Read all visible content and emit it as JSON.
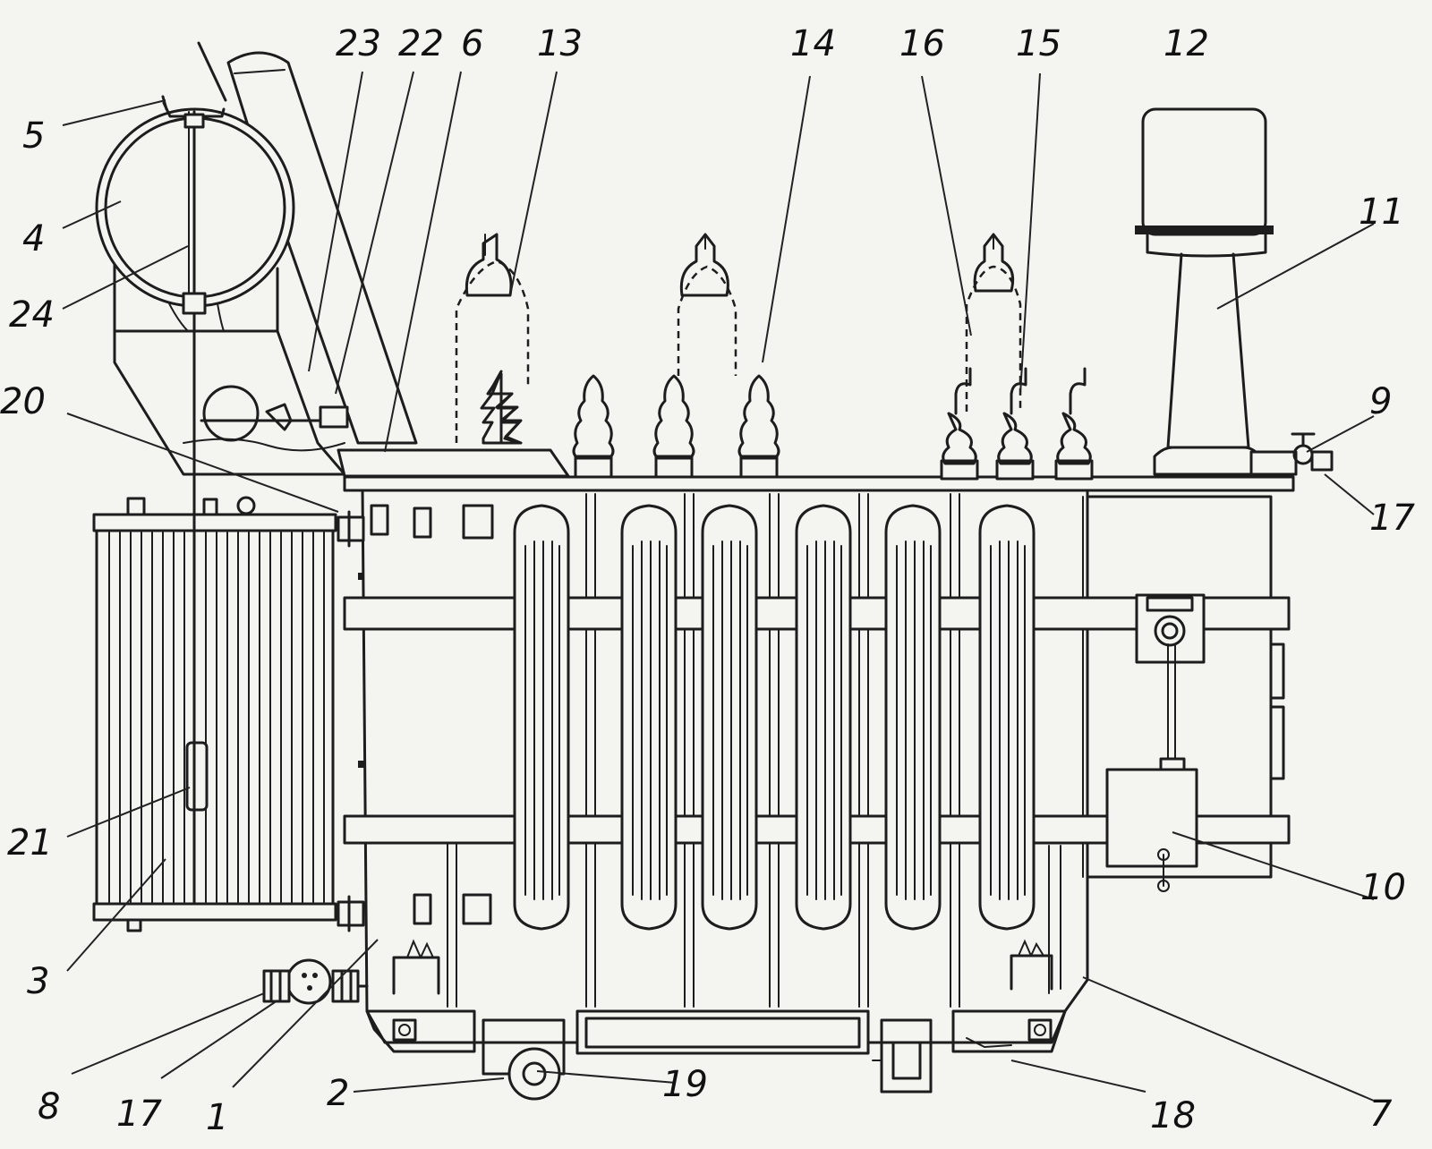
{
  "callouts": [
    {
      "id": "c23",
      "text": "23"
    },
    {
      "id": "c22",
      "text": "22"
    },
    {
      "id": "c6",
      "text": "6"
    },
    {
      "id": "c13",
      "text": "13"
    },
    {
      "id": "c14",
      "text": "14"
    },
    {
      "id": "c16",
      "text": "16"
    },
    {
      "id": "c15",
      "text": "15"
    },
    {
      "id": "c12",
      "text": "12"
    },
    {
      "id": "c5",
      "text": "5"
    },
    {
      "id": "c4",
      "text": "4"
    },
    {
      "id": "c24",
      "text": "24"
    },
    {
      "id": "c11",
      "text": "11"
    },
    {
      "id": "c20",
      "text": "20"
    },
    {
      "id": "c9",
      "text": "9"
    },
    {
      "id": "c17r",
      "text": "17"
    },
    {
      "id": "c21",
      "text": "21"
    },
    {
      "id": "c10",
      "text": "10"
    },
    {
      "id": "c3",
      "text": "3"
    },
    {
      "id": "c8",
      "text": "8"
    },
    {
      "id": "c17b",
      "text": "17"
    },
    {
      "id": "c1",
      "text": "1"
    },
    {
      "id": "c2",
      "text": "2"
    },
    {
      "id": "c19",
      "text": "19"
    },
    {
      "id": "c18",
      "text": "18"
    },
    {
      "id": "c7",
      "text": "7"
    }
  ]
}
